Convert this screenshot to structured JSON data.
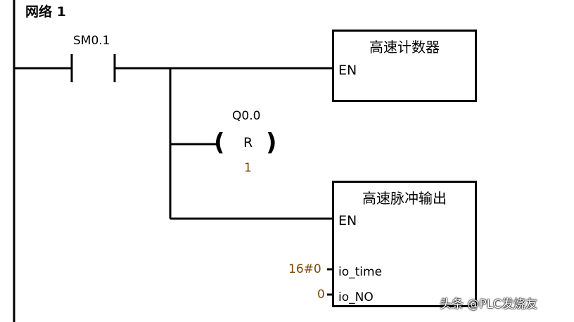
{
  "network": {
    "title": "网络 1"
  },
  "contact": {
    "address": "SM0.1"
  },
  "coil": {
    "address": "Q0.0",
    "type": "R",
    "count": "1"
  },
  "block_hsc": {
    "title": "高速计数器",
    "pins": {
      "en": "EN"
    }
  },
  "block_pls": {
    "title": "高速脉冲输出",
    "pins": {
      "en": "EN",
      "io_time": "io_time",
      "io_no": "io_NO"
    },
    "params": {
      "io_time": "16#0",
      "io_no": "0"
    }
  },
  "watermark": {
    "text": "头条 @PLC发烧友"
  },
  "colors": {
    "wire": "#000000",
    "param": "#7a4a00",
    "background": "#ffffff"
  }
}
